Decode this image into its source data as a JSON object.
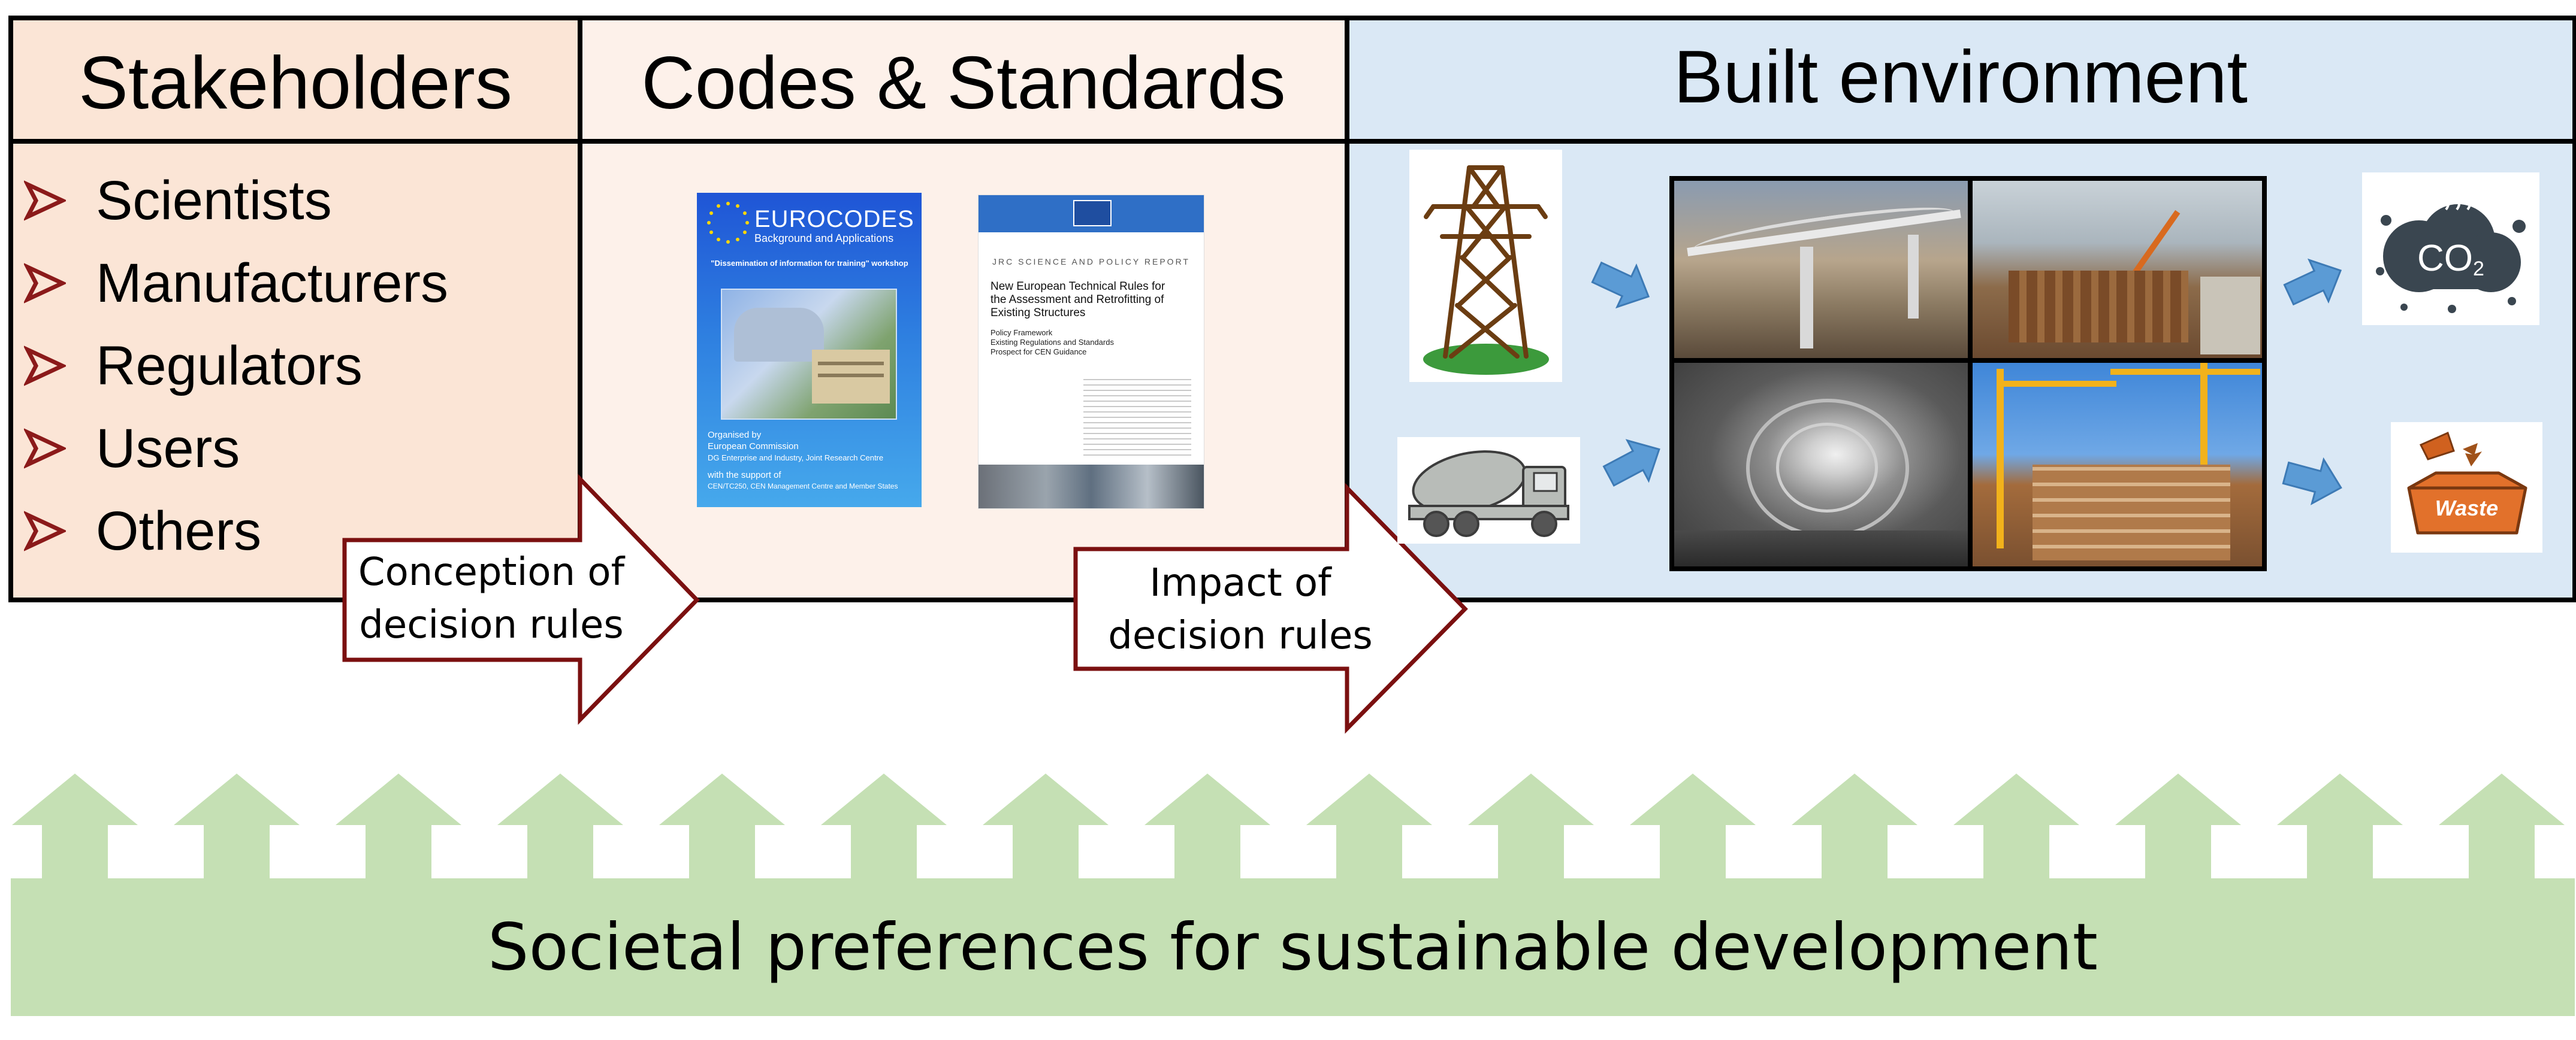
{
  "headers": {
    "stakeholders": "Stakeholders",
    "codes": "Codes & Standards",
    "built": "Built environment"
  },
  "stakeholders": {
    "items": [
      "Scientists",
      "Manufacturers",
      "Regulators",
      "Users",
      "Others"
    ],
    "bullet_icon": "red-arrowhead-bullet-icon"
  },
  "arrows": {
    "conception": {
      "line1": "Conception of",
      "line2": "decision rules"
    },
    "impact": {
      "line1": "Impact of",
      "line2": "decision rules"
    }
  },
  "documents": {
    "eurocodes": {
      "title": "EUROCODES",
      "subtitle": "Background and Applications",
      "workshop": "\"Dissemination of information for training\" workshop",
      "organised": "Organised by",
      "org1": "European Commission",
      "org2": "DG Enterprise and Industry, Joint Research Centre",
      "support": "with the support of",
      "support2": "CEN/TC250, CEN Management Centre and Member States"
    },
    "jrc": {
      "series": "JRC SCIENCE AND POLICY REPORT",
      "title": "New European Technical Rules for the Assessment and Retrofitting of Existing Structures",
      "sub1": "Policy Framework",
      "sub2": "Existing Regulations and Standards",
      "sub3": "Prospect for CEN Guidance"
    }
  },
  "built_env": {
    "co2_label": "CO",
    "co2_sub": "2",
    "waste_label": "Waste"
  },
  "societal": "Societal preferences for sustainable development",
  "colors": {
    "stake_bg": "#fbe5d6",
    "codes_bg": "#fdf1ea",
    "built_bg": "#dae8f5",
    "border": "#000000",
    "bullet": "#8b1a1a",
    "arrow_outline": "#7b1010",
    "blue_arrow": "#5b9bd5",
    "green": "#c5e0b4",
    "waste_orange": "#e2712b"
  }
}
